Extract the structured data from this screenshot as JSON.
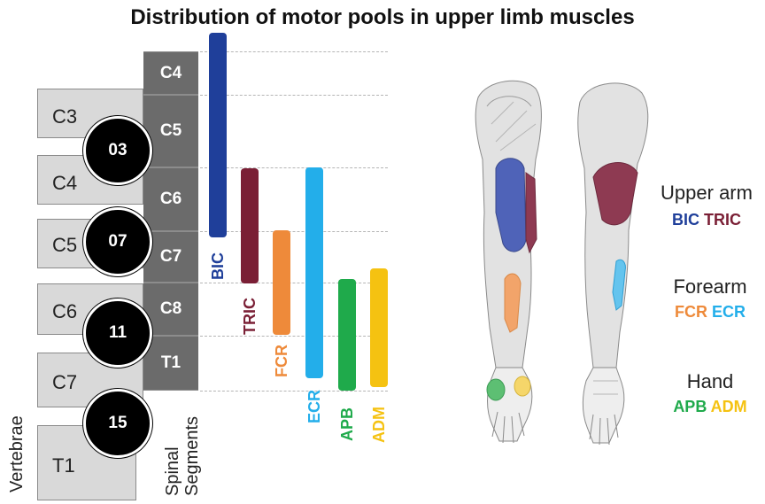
{
  "title": "Distribution of motor pools in upper limb muscles",
  "vertebrae_label": "Vertebrae",
  "vertebrae": [
    "C3",
    "C4",
    "C5",
    "C6",
    "C7",
    "T1"
  ],
  "discs": [
    "03",
    "07",
    "11",
    "15"
  ],
  "spinal_label": "Spinal Segments",
  "segments": [
    "C4",
    "C5",
    "C6",
    "C7",
    "C8",
    "T1"
  ],
  "muscles": [
    {
      "name": "BIC",
      "color": "#1f3f9a",
      "from": "C4",
      "to": "C7"
    },
    {
      "name": "TRIC",
      "color": "#7a1f35",
      "from": "C6",
      "to": "C8"
    },
    {
      "name": "FCR",
      "color": "#ee8a3a",
      "from": "C7",
      "to": "T1"
    },
    {
      "name": "ECR",
      "color": "#23aeea",
      "from": "C6",
      "to": "T1"
    },
    {
      "name": "APB",
      "color": "#1faa4b",
      "from": "C8",
      "to": "T1"
    },
    {
      "name": "ADM",
      "color": "#f5c211",
      "from": "C7",
      "to": "T1"
    }
  ],
  "legend": {
    "upper_arm": {
      "title": "Upper arm",
      "a": "BIC",
      "b": "TRIC"
    },
    "forearm": {
      "title": "Forearm",
      "a": "FCR",
      "b": "ECR"
    },
    "hand": {
      "title": "Hand",
      "a": "APB",
      "b": "ADM"
    }
  },
  "colors": {
    "BIC": "#1f3f9a",
    "TRIC": "#7a1f35",
    "FCR": "#ee8a3a",
    "ECR": "#23aeea",
    "APB": "#1faa4b",
    "ADM": "#f5c211",
    "segment": "#6b6b6b",
    "vertebra": "#d9d9d9"
  }
}
